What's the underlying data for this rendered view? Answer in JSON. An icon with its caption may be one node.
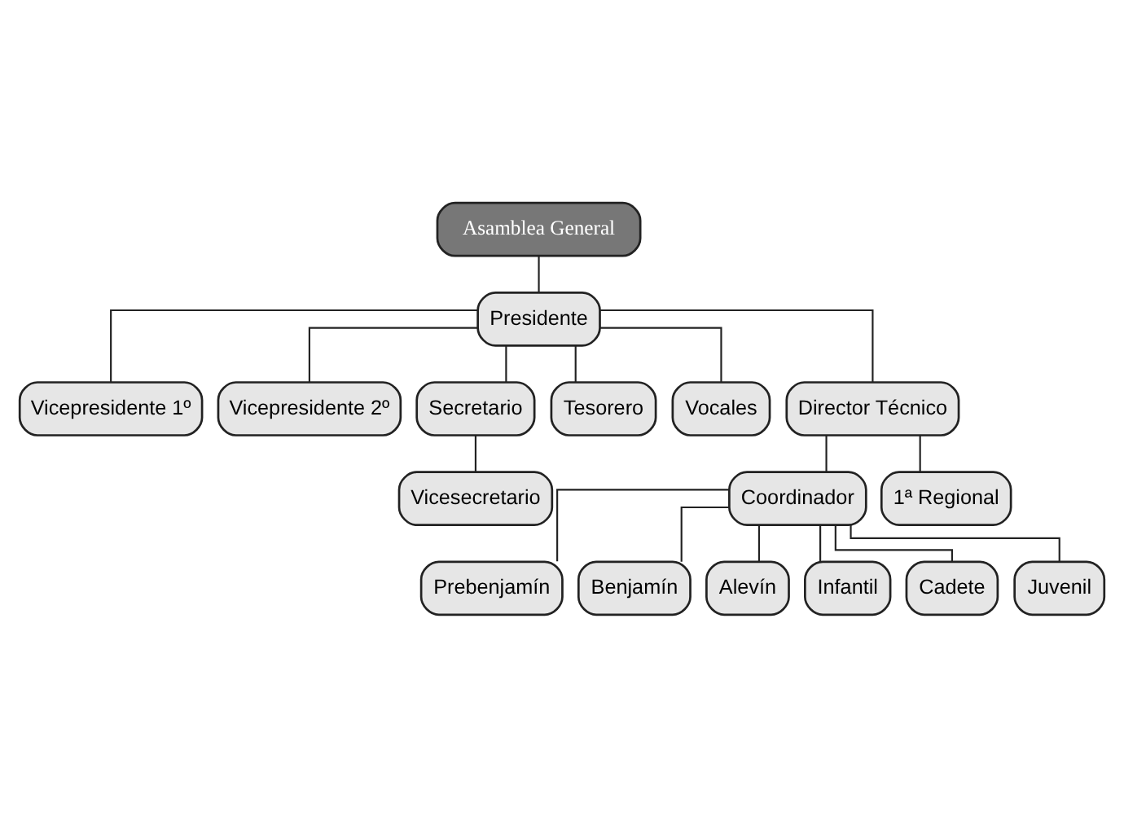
{
  "diagram": {
    "nodes": [
      {
        "text": [
          "Asamblea General"
        ]
      },
      {
        "text": [
          "Presidente"
        ]
      },
      {
        "text": [
          "Vicepresidente 1º"
        ]
      },
      {
        "text": [
          "Vicepresidente 2º"
        ]
      },
      {
        "text": [
          "Secretario"
        ]
      },
      {
        "text": [
          "Tesorero"
        ]
      },
      {
        "text": [
          "Vocales"
        ]
      },
      {
        "text": [
          "Director Técnico"
        ]
      },
      {
        "text": [
          "Vicesecretario"
        ]
      },
      {
        "text": [
          "Coordinador"
        ]
      },
      {
        "text": [
          "1ª Regional"
        ]
      },
      {
        "text": [
          "Prebenjamín"
        ]
      },
      {
        "text": [
          "Benjamín"
        ]
      },
      {
        "text": [
          "Alevín"
        ]
      },
      {
        "text": [
          "Infantil"
        ]
      },
      {
        "text": [
          "Cadete"
        ]
      },
      {
        "text": [
          "Juvenil"
        ]
      }
    ],
    "edges": [
      {
        "from": 0,
        "to": 1,
        "arrow": "none"
      },
      {
        "from": 1,
        "to": 2,
        "arrow": "none"
      },
      {
        "from": 1,
        "to": 3,
        "arrow": "none"
      },
      {
        "from": 1,
        "to": 4,
        "arrow": "none"
      },
      {
        "from": 1,
        "to": 5,
        "arrow": "none"
      },
      {
        "from": 1,
        "to": 6,
        "arrow": "none"
      },
      {
        "from": 1,
        "to": 7,
        "arrow": "none"
      },
      {
        "from": 4,
        "to": 8,
        "arrow": "none"
      },
      {
        "from": 7,
        "to": 9,
        "arrow": "none"
      },
      {
        "from": 7,
        "to": 10,
        "arrow": "none"
      },
      {
        "from": 9,
        "to": 11,
        "arrow": "none"
      },
      {
        "from": 9,
        "to": 12,
        "arrow": "none"
      },
      {
        "from": 9,
        "to": 13,
        "arrow": "none"
      },
      {
        "from": 9,
        "to": 14,
        "arrow": "none"
      },
      {
        "from": 9,
        "to": 15,
        "arrow": "none"
      },
      {
        "from": 9,
        "to": 16,
        "arrow": "none"
      }
    ]
  }
}
